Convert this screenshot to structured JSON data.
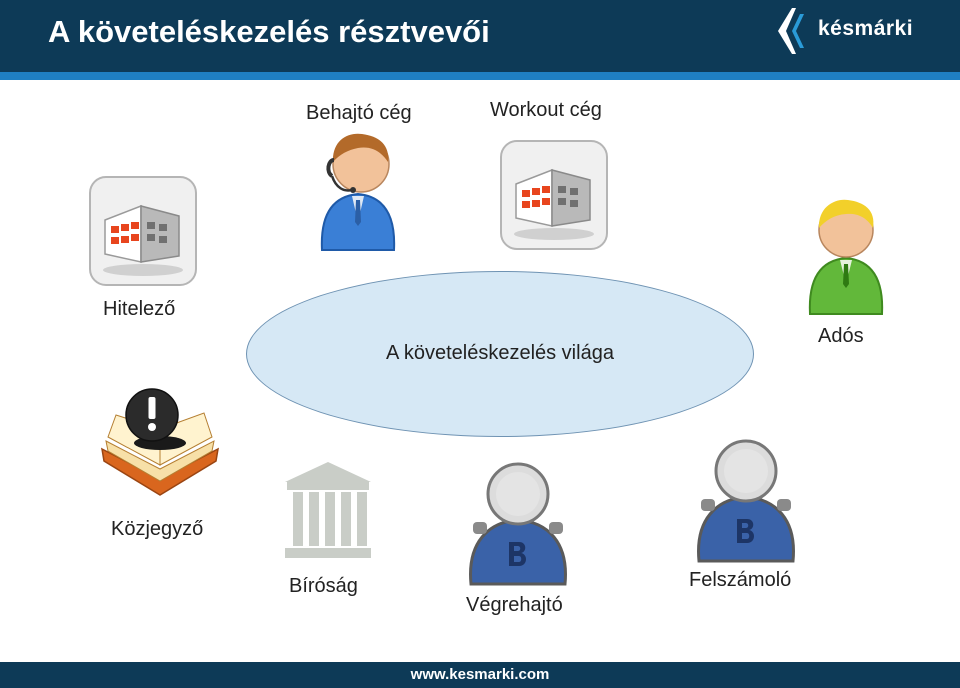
{
  "header": {
    "title": "A követeléskezelés résztvevői",
    "logo_text": "késmárki"
  },
  "center": {
    "label": "A követeléskezelés világa"
  },
  "participants": {
    "behajto": "Behajtó cég",
    "workout": "Workout cég",
    "hitelezo": "Hitelező",
    "ados": "Adós",
    "kozjegyzo": "Közjegyző",
    "birosag": "Bíróság",
    "vegrehajto": "Végrehajtó",
    "felszamolo": "Felszámoló"
  },
  "footer": {
    "url": "www.kesmarki.com"
  },
  "colors": {
    "header_bg": "#0d3a57",
    "accent": "#1f7fc2",
    "ellipse_fill": "#d6e8f5"
  }
}
